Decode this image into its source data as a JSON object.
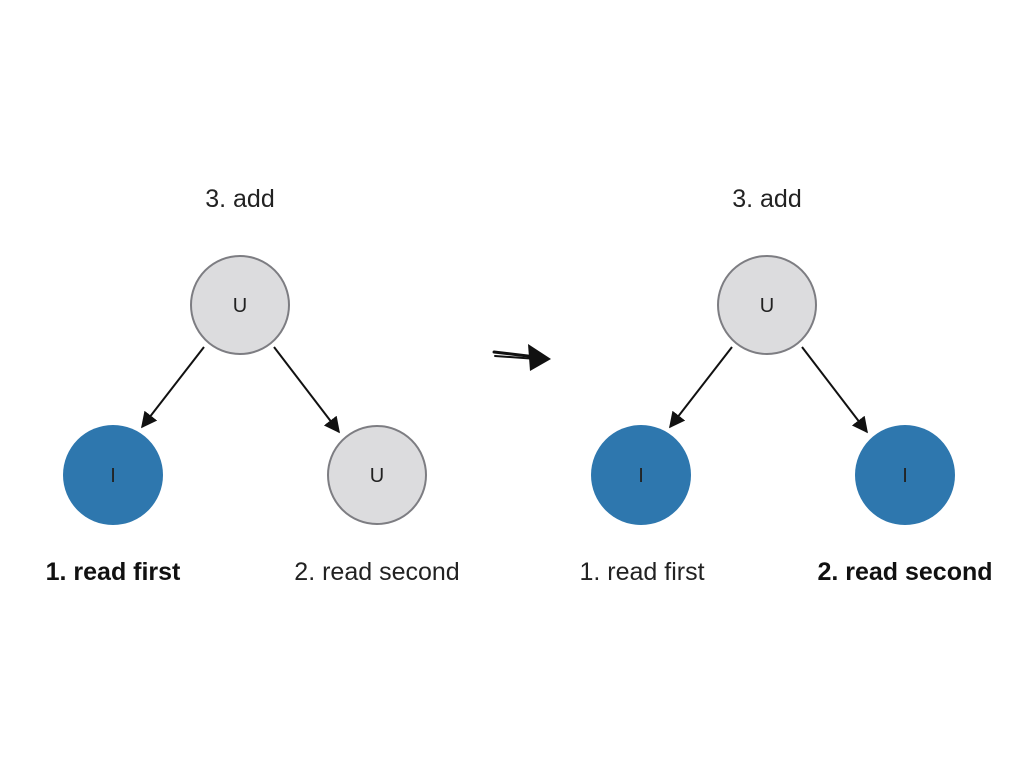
{
  "colors": {
    "u_fill": "#dcdcde",
    "u_stroke": "#7d7d82",
    "i_fill": "#2e77ae",
    "edge": "#111111",
    "text": "#222222"
  },
  "transition_arrow": "right-arrow-icon",
  "left": {
    "add_label": "3. add",
    "root": {
      "label": "U",
      "kind": "U"
    },
    "left_child": {
      "label": "I",
      "kind": "I"
    },
    "right_child": {
      "label": "U",
      "kind": "U"
    },
    "first_label": "1. read first",
    "second_label": "2. read second",
    "emphasis": "first"
  },
  "right": {
    "add_label": "3. add",
    "root": {
      "label": "U",
      "kind": "U"
    },
    "left_child": {
      "label": "I",
      "kind": "I"
    },
    "right_child": {
      "label": "I",
      "kind": "I"
    },
    "first_label": "1. read first",
    "second_label": "2. read second",
    "emphasis": "second"
  }
}
